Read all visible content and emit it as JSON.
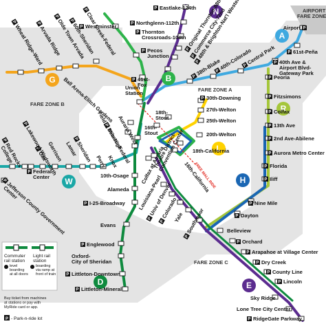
{
  "zones": {
    "fare_zone_a": "FARE ZONE A",
    "fare_zone_b": "FARE ZONE B",
    "fare_zone_c": "FARE ZONE C",
    "airport_fare_zone": "AIRPORT\nFARE ZONE"
  },
  "free_mall_ride": "FREE MALL RIDE",
  "lines": [
    {
      "letter": "N",
      "color": "#5b2c8f"
    },
    {
      "letter": "A",
      "color": "#3fa9e0"
    },
    {
      "letter": "B",
      "color": "#2db34a"
    },
    {
      "letter": "G",
      "color": "#f4a51c"
    },
    {
      "letter": "R",
      "color": "#a5c63b"
    },
    {
      "letter": "L",
      "color": "#ffd200"
    },
    {
      "letter": "H",
      "color": "#1a66b3"
    },
    {
      "letter": "W",
      "color": "#1aa7a6"
    },
    {
      "letter": "D",
      "color": "#0e8a3e"
    },
    {
      "letter": "E",
      "color": "#5b2c8f"
    }
  ],
  "stations": {
    "eastlake": "Eastlake-124th",
    "northglenn": "Northglenn-112th",
    "thornton_cross": "Thornton\nCrossroads-104th",
    "original_thornton": "Original Thornton-88th",
    "commerce_city": "Commerce City-72nd",
    "48th_brighton": "48th & Brighton-Nat'l Western Ctr",
    "westminster": "Westminster",
    "clear_creek": "Clear Creek-Federal",
    "60th_sheridan": "60th-Sheridan",
    "olde_town": "Olde Town Arvada",
    "arvada_ridge": "Arvada Ridge",
    "wheat_ridge": "Wheat Ridge-Ward",
    "pecos": "Pecos\nJunction",
    "41st_fox": "41st-\nFox",
    "38th_blake": "38th-Blake",
    "40th_colorado": "40th-Colorado",
    "central_park": "Central Park",
    "airport": "Airport",
    "61st_pena": "61st-Peña",
    "40th_airport": "40th Ave &\nAirport Blvd-\nGateway Park",
    "peoria": "Peoria",
    "fitzsimons": "Fitzsimons",
    "colfax": "Colfax",
    "13th_ave": "13th Ave",
    "2nd_abilene": "2nd Ave-Abilene",
    "aurora_metro": "Aurora Metro Center",
    "florida": "Florida",
    "iliff": "Iliff",
    "nine_mile": "Nine Mile",
    "dayton": "Dayton",
    "belleview": "Belleview",
    "orchard": "Orchard",
    "arapahoe": "Arapahoe at Village Center",
    "dry_creek": "Dry Creek",
    "county_line": "County Line",
    "lincoln": "Lincoln",
    "sky_ridge": "Sky Ridge",
    "lone_tree": "Lone Tree City Center",
    "ridgegate": "RidgeGate Parkway",
    "union": "Union\nStation",
    "ball_arena": "Ball Arena-Elitch Gardens",
    "field_mile_high": "Field at Mile High",
    "auraria_west": "Auraria West",
    "decatur": "Decatur-Federal",
    "sheridan": "Sheridan",
    "lamar": "Lamar",
    "garrison": "Garrison",
    "oak": "Oak",
    "lakewood": "Lakewood-Wadsworth",
    "red_rocks": "Red Rocks\nCollege",
    "jefferson": "Jefferson County Government\nCenter",
    "federal_center": "Federal\nCenter",
    "perry": "Perry",
    "knox": "Knox",
    "10th_osage": "10th-Osage",
    "alameda": "Alameda",
    "i25_broadway": "I-25-Broadway",
    "evans": "Evans",
    "englewood": "Englewood",
    "oxford": "Oxford-\nCity of Sheridan",
    "littleton_downtown": "Littleton-Downtown",
    "littleton_mineral": "Littleton-Mineral",
    "louisiana": "Louisiana-Pearl",
    "univ_denver": "Univ of Denver",
    "colorado": "Colorado",
    "yale": "Yale",
    "southmoor": "Southmoor",
    "16th_stout": "16th-\nStout",
    "18th_stout": "18th-\nStout",
    "18th_california": "18th-California",
    "16th_california": "16th-California",
    "30th_downing": "30th-Downing",
    "27th_welton": "27th-Welton",
    "25th_welton": "25th-Welton",
    "20th_welton": "20th-Welton",
    "theatre": "Theatre District-\nConvention Center",
    "colfax_auraria": "Colfax at Auraria"
  },
  "legend": {
    "commuter_rail": "Commuter\nrail station",
    "light_rail": "Light rail\nstation",
    "level_boarding": "level\nboarding\nat all doors",
    "ramp_boarding": "boarding\nvia ramp at\nfront of train",
    "buy_ticket": "Buy ticket from machines\nat stations or pay with\nMyRide card or app.",
    "park_ride": "- Park-n-ride lot",
    "p_symbol": "P"
  }
}
